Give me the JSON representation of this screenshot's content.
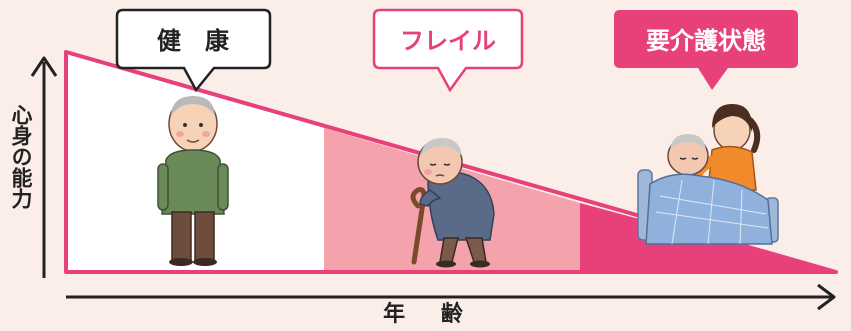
{
  "stages": [
    {
      "label": "健　康"
    },
    {
      "label": "フレイル"
    },
    {
      "label": "要介護状態"
    }
  ],
  "axes": {
    "y_label": "心身の能力",
    "x_label": "年 齢"
  },
  "colors": {
    "background": "#fbeee9",
    "accent": "#e8407a",
    "stage2_fill": "#f4a3ad",
    "stage3_fill": "#e8407a",
    "box_border_dark": "#222222",
    "box_border_pink": "#e8407a",
    "axis": "#222222"
  },
  "illustrations": [
    {
      "name": "standing-elderly-man-illustration"
    },
    {
      "name": "elderly-man-with-cane-illustration"
    },
    {
      "name": "bedridden-elderly-with-caregiver-illustration"
    }
  ]
}
